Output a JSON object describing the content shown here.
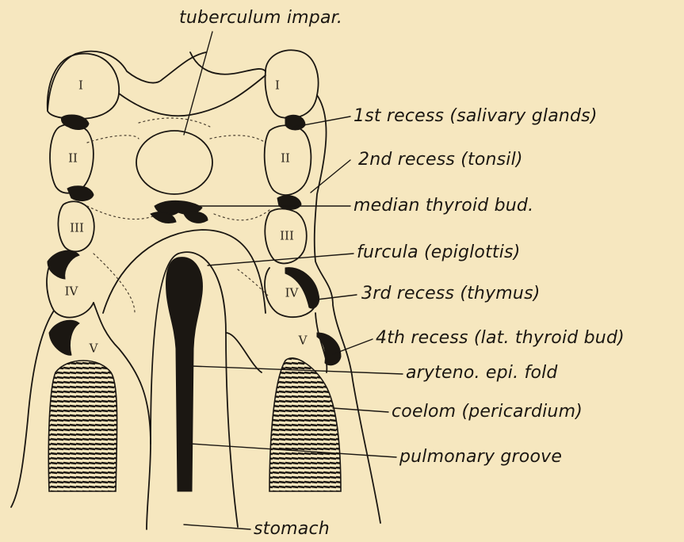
{
  "labels": {
    "tuberculum": "tuberculum impar.",
    "recess1": "1st recess (salivary glands)",
    "recess2": "2nd recess (tonsil)",
    "median_thyroid": "median thyroid bud.",
    "furcula": "furcula (epiglottis)",
    "recess3": "3rd recess (thymus)",
    "recess4": "4th recess (lat. thyroid bud)",
    "aryteno": "aryteno. epi. fold",
    "coelom": "coelom (pericardium)",
    "pulmonary": "pulmonary groove",
    "stomach": "stomach"
  },
  "arches": {
    "left": [
      "I",
      "II",
      "III",
      "IV",
      "V"
    ],
    "right": [
      "I",
      "II",
      "III",
      "IV",
      "V"
    ]
  },
  "colors": {
    "paper": "#f6e7bf",
    "ink": "#1b1712"
  }
}
